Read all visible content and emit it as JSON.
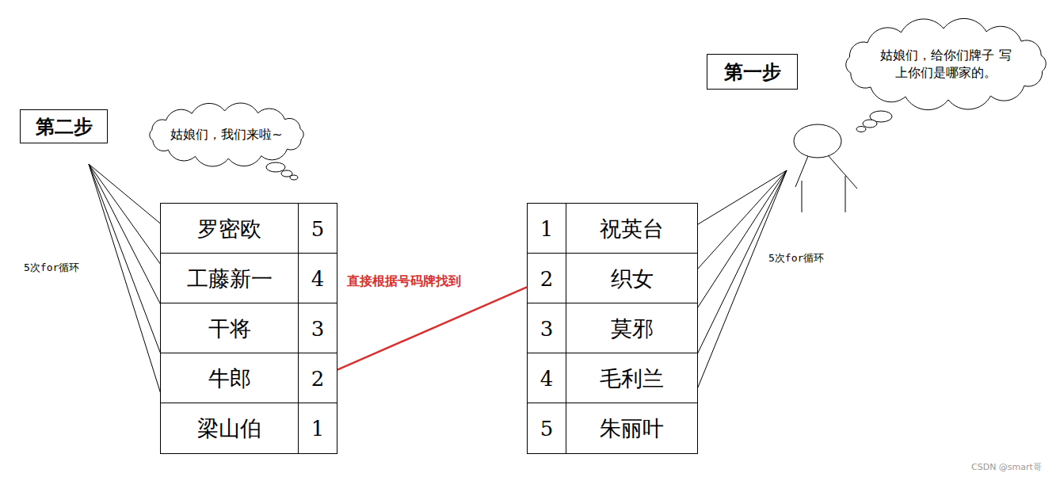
{
  "diagram": {
    "nodes": [
      {
        "text": [
          "第二步"
        ]
      },
      {
        "text": [
          "姑娘们，我们来啦~"
        ]
      },
      {
        "text": [
          "第一步"
        ]
      },
      {
        "text": [
          "姑娘们，给你们牌子 写上你们是哪家的。"
        ]
      },
      {
        "text": [
          "罗密欧"
        ]
      },
      {
        "text": [
          "5"
        ]
      },
      {
        "text": [
          "工藤新一"
        ]
      },
      {
        "text": [
          "4"
        ]
      },
      {
        "text": [
          "干将"
        ]
      },
      {
        "text": [
          "3"
        ]
      },
      {
        "text": [
          "牛郎"
        ]
      },
      {
        "text": [
          "2"
        ]
      },
      {
        "text": [
          "梁山伯"
        ]
      },
      {
        "text": [
          "1"
        ]
      },
      {
        "text": [
          "1"
        ]
      },
      {
        "text": [
          "祝英台"
        ]
      },
      {
        "text": [
          "2"
        ]
      },
      {
        "text": [
          "织女"
        ]
      },
      {
        "text": [
          "3"
        ]
      },
      {
        "text": [
          "莫邪"
        ]
      },
      {
        "text": [
          "4"
        ]
      },
      {
        "text": [
          "毛利兰"
        ]
      },
      {
        "text": [
          "5"
        ]
      },
      {
        "text": [
          "朱丽叶"
        ]
      }
    ],
    "edges": [
      {
        "from": 11,
        "to": 16,
        "arrow": "none",
        "label": "直接根据号码牌找到"
      }
    ],
    "labels": [
      "5次for循环",
      "5次for循环",
      "CSDN @smart哥"
    ]
  }
}
